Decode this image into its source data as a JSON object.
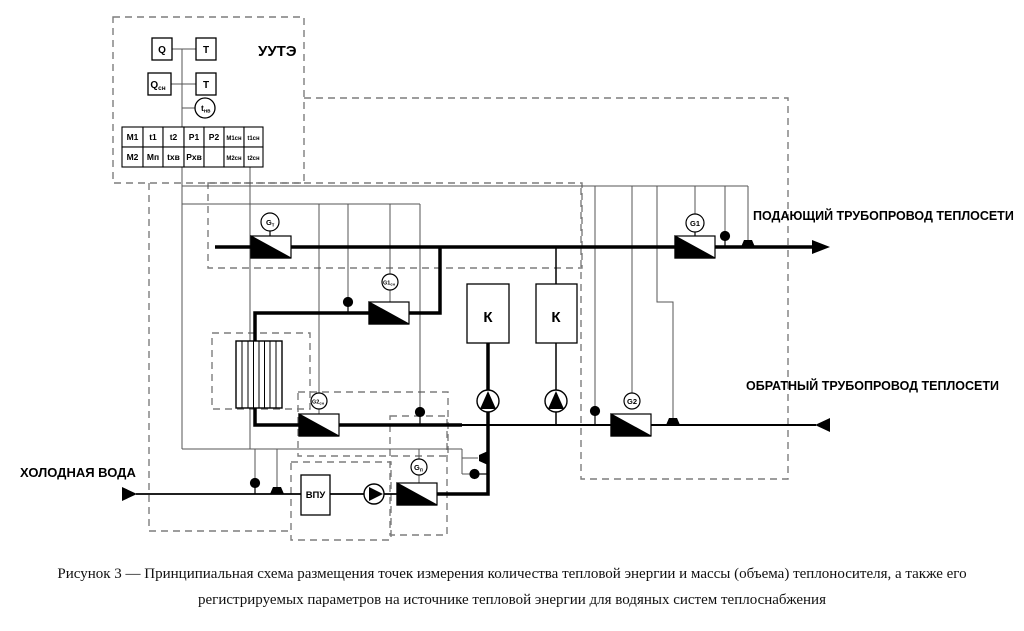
{
  "diagram": {
    "uute_label": "УУТЭ",
    "supply_label": "ПОДАЮЩИЙ ТРУБОПРОВОД ТЕПЛОСЕТИ",
    "return_label": "ОБРАТНЫЙ ТРУБОПРОВОД ТЕПЛОСЕТИ",
    "cold_water_label": "ХОЛОДНАЯ ВОДА",
    "vpu_label": "ВПУ",
    "boiler1_label": "К",
    "boiler2_label": "К"
  },
  "instruments": {
    "q": {
      "main": "Q",
      "sub": ""
    },
    "t_sup": {
      "main": "T",
      "sub": ""
    },
    "q_sn": {
      "main": "Q",
      "sub": "сн"
    },
    "t_ret": {
      "main": "T",
      "sub": ""
    },
    "t_nv": {
      "main": "t",
      "sub": "нв"
    },
    "g_t": {
      "main": "G",
      "sub": "т"
    },
    "g1": {
      "main": "G1",
      "sub": ""
    },
    "g2": {
      "main": "G2",
      "sub": ""
    },
    "g1_sn": {
      "main": "G1",
      "sub": "сн"
    },
    "g2_sn": {
      "main": "G2",
      "sub": "сн"
    },
    "g_p": {
      "main": "G",
      "sub": "п"
    }
  },
  "table": {
    "row1": [
      "M1",
      "t1",
      "t2",
      "P1",
      "P2",
      "M1сн",
      "t1сн"
    ],
    "row2": [
      "M2",
      "Mп",
      "tхв",
      "Pхв",
      "",
      "M2сн",
      "t2сн"
    ]
  },
  "caption": {
    "line1": "Рисунок 3 — Принципиальная схема размещения точек измерения количества тепловой энергии и массы (объема) теплоносителя, а также его",
    "line2": "регистрируемых параметров на источнике тепловой энергии для водяных систем теплоснабжения"
  },
  "colors": {
    "pipe": "#000000",
    "signal": "#555555",
    "zone_dash": "#7d7d7d",
    "background": "#ffffff"
  }
}
